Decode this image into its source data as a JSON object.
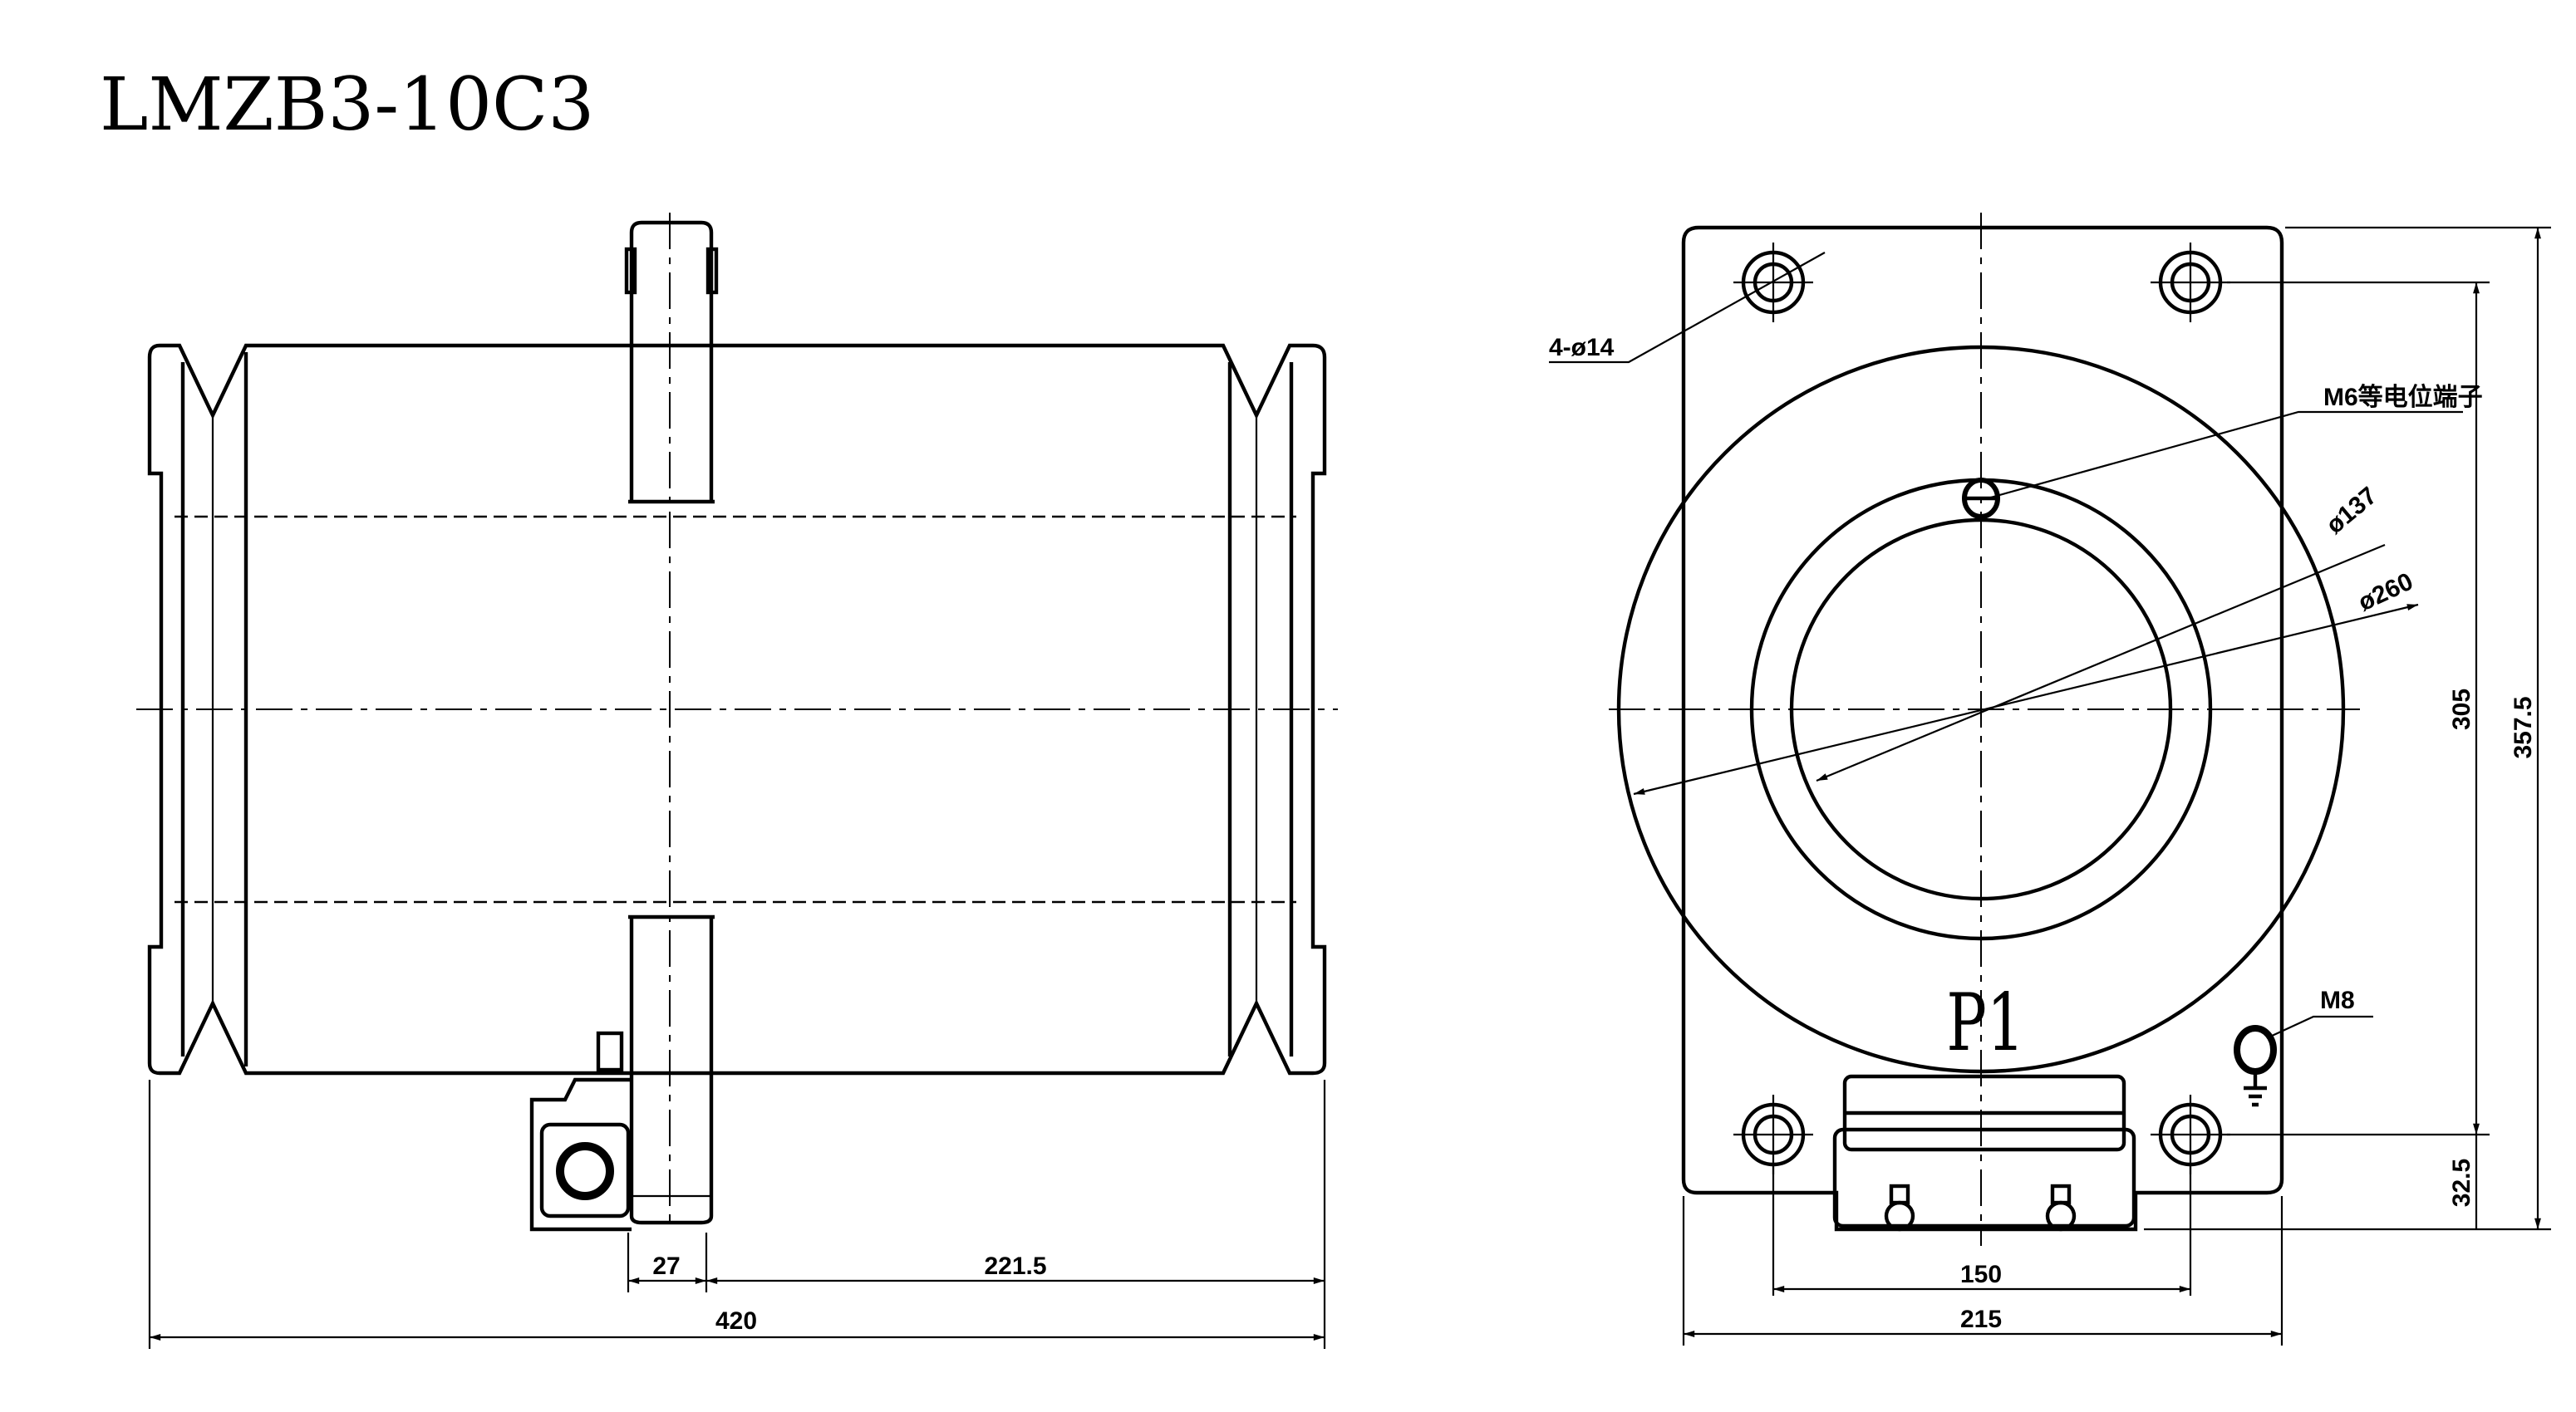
{
  "title": "LMZB3-10C3",
  "side_view": {
    "dimensions": {
      "terminal_width": "27",
      "terminal_to_end": "221.5",
      "overall_length": "420"
    }
  },
  "front_view": {
    "labels": {
      "mounting_holes": "4-ø14",
      "equipotential_terminal": "M6等电位端子",
      "inner_diameter": "ø137",
      "outer_diameter": "ø260",
      "primary_terminal": "P1",
      "ground_terminal": "M8"
    },
    "dimensions": {
      "hole_spacing_vertical": "305",
      "overall_height": "357.5",
      "hole_to_base": "32.5",
      "hole_spacing_horizontal": "150",
      "overall_width": "215"
    }
  },
  "colors": {
    "line": "#000000",
    "background": "#ffffff"
  }
}
